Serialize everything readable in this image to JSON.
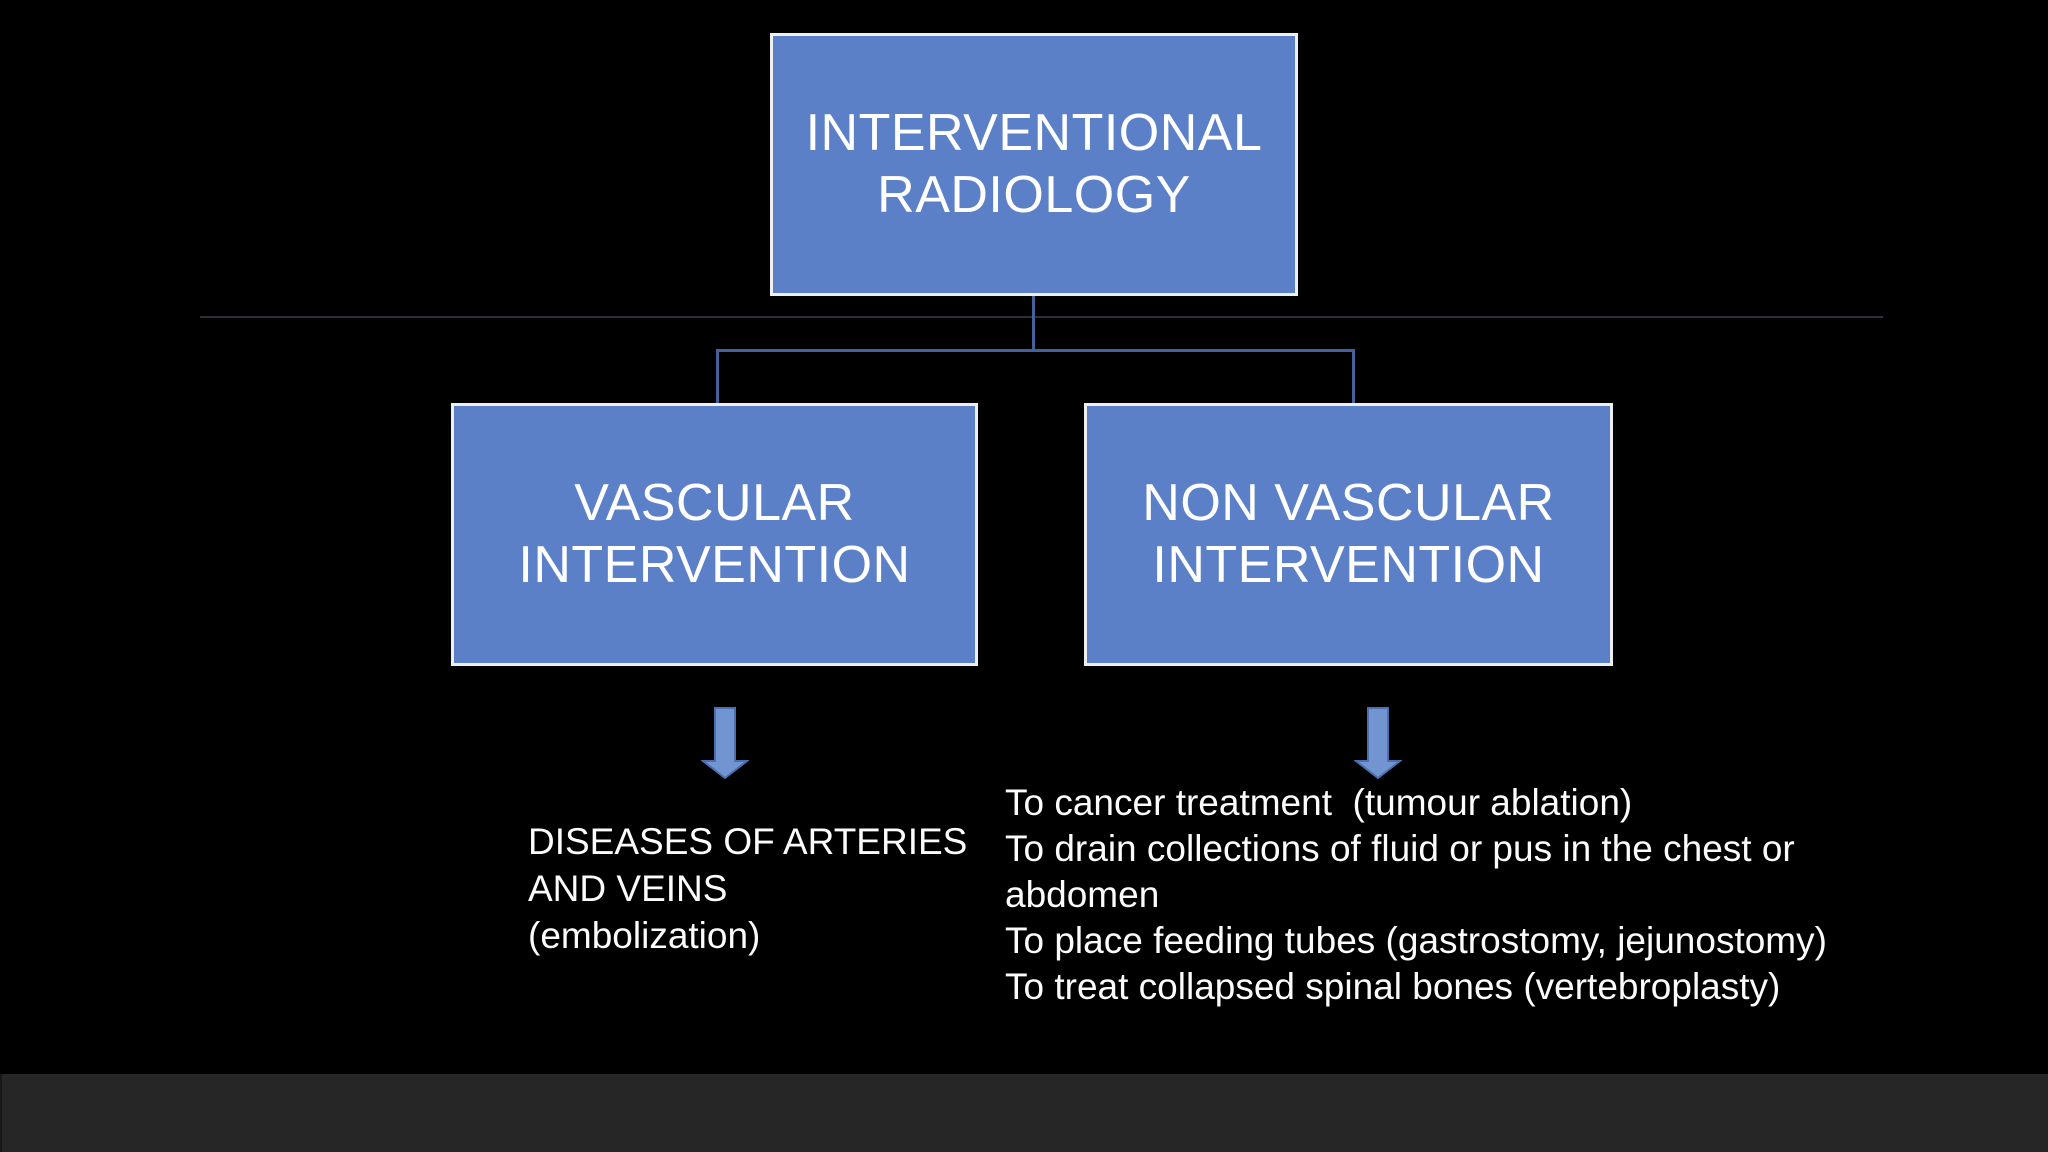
{
  "slide": {
    "title_box": {
      "label": "INTERVENTIONAL\nRADIOLOGY"
    },
    "branch_left": {
      "label": "VASCULAR\nINTERVENTION",
      "caption": "DISEASES OF ARTERIES\nAND VEINS\n(embolization)"
    },
    "branch_right": {
      "label": "NON VASCULAR\nINTERVENTION",
      "caption": "To cancer treatment  (tumour ablation)\nTo drain collections of fluid or pus in the chest or\nabdomen\nTo place feeding tubes (gastrostomy, jejunostomy)\nTo treat collapsed spinal bones (vertebroplasty)"
    },
    "icons": {
      "left_arrow": "down-block-arrow",
      "right_arrow": "down-block-arrow"
    },
    "colors": {
      "background": "#000000",
      "box_fill": "#5b80c7",
      "box_border": "#efefef",
      "box_text": "#ffffff",
      "connector": "#44619c",
      "rule": "#2c2f35",
      "arrow_fill": "#7295d2",
      "arrow_stroke": "#4a70af",
      "caption_text": "#fcfcfc",
      "bottom_bar": "#262626"
    }
  }
}
